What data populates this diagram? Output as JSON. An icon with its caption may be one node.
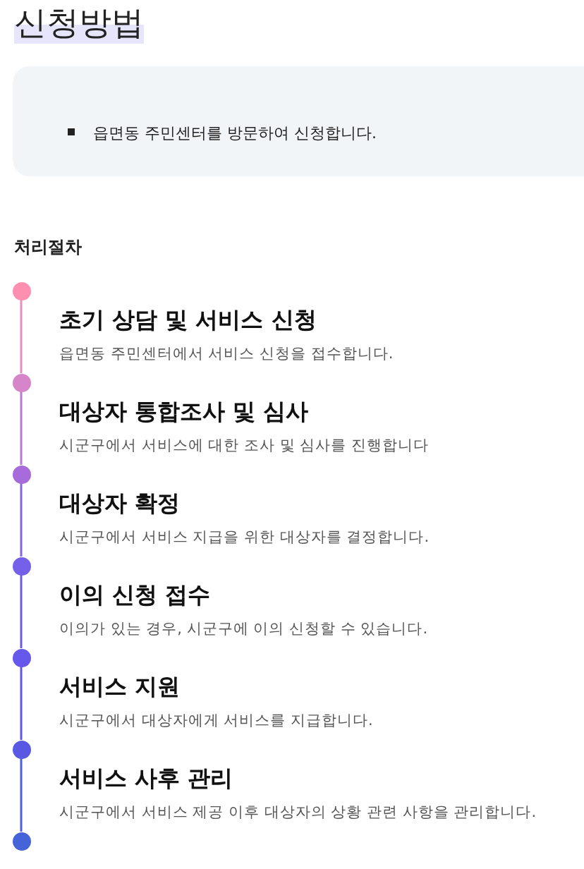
{
  "diagram": {
    "title": "신청방법",
    "nodes": [
      {
        "text": [
          "읍면동 주민센터를 방문하여 신청합니다."
        ]
      },
      {
        "text": [],
        "shape": "circle",
        "beside": [
          "초기 상담 및 서비스 신청",
          "읍면동 주민센터에서 서비스 신청을 접수합니다."
        ]
      },
      {
        "text": [],
        "shape": "circle",
        "beside": [
          "대상자 통합조사 및 심사",
          "시군구에서 서비스에 대한 조사 및 심사를 진행합니다"
        ]
      },
      {
        "text": [],
        "shape": "circle",
        "beside": [
          "대상자 확정",
          "시군구에서 서비스 지급을 위한 대상자를 결정합니다."
        ]
      },
      {
        "text": [],
        "shape": "circle",
        "beside": [
          "이의 신청 접수",
          "이의가 있는 경우, 시군구에 이의 신청할 수 있습니다."
        ]
      },
      {
        "text": [],
        "shape": "circle",
        "beside": [
          "서비스 지원",
          "시군구에서 대상자에게 서비스를 지급합니다."
        ]
      },
      {
        "text": [],
        "shape": "circle",
        "beside": [
          "서비스 사후 관리",
          "시군구에서 서비스 제공 이후 대상자의 상황 관련 사항을 관리합니다."
        ]
      },
      {
        "text": [],
        "shape": "circle"
      }
    ],
    "edges": [
      {
        "from": 1,
        "to": 2,
        "arrow": "none",
        "color": "#e88fbf"
      },
      {
        "from": 2,
        "to": 3,
        "arrow": "none",
        "color": "#b97ad2"
      },
      {
        "from": 3,
        "to": 4,
        "arrow": "none",
        "color": "#8865e0"
      },
      {
        "from": 4,
        "to": 5,
        "arrow": "none",
        "color": "#6b5ce6"
      },
      {
        "from": 5,
        "to": 6,
        "arrow": "none",
        "color": "#5e59e6"
      },
      {
        "from": 6,
        "to": 7,
        "arrow": "none",
        "color": "#4f5fdf"
      }
    ],
    "labels": [
      "처리절차"
    ]
  }
}
